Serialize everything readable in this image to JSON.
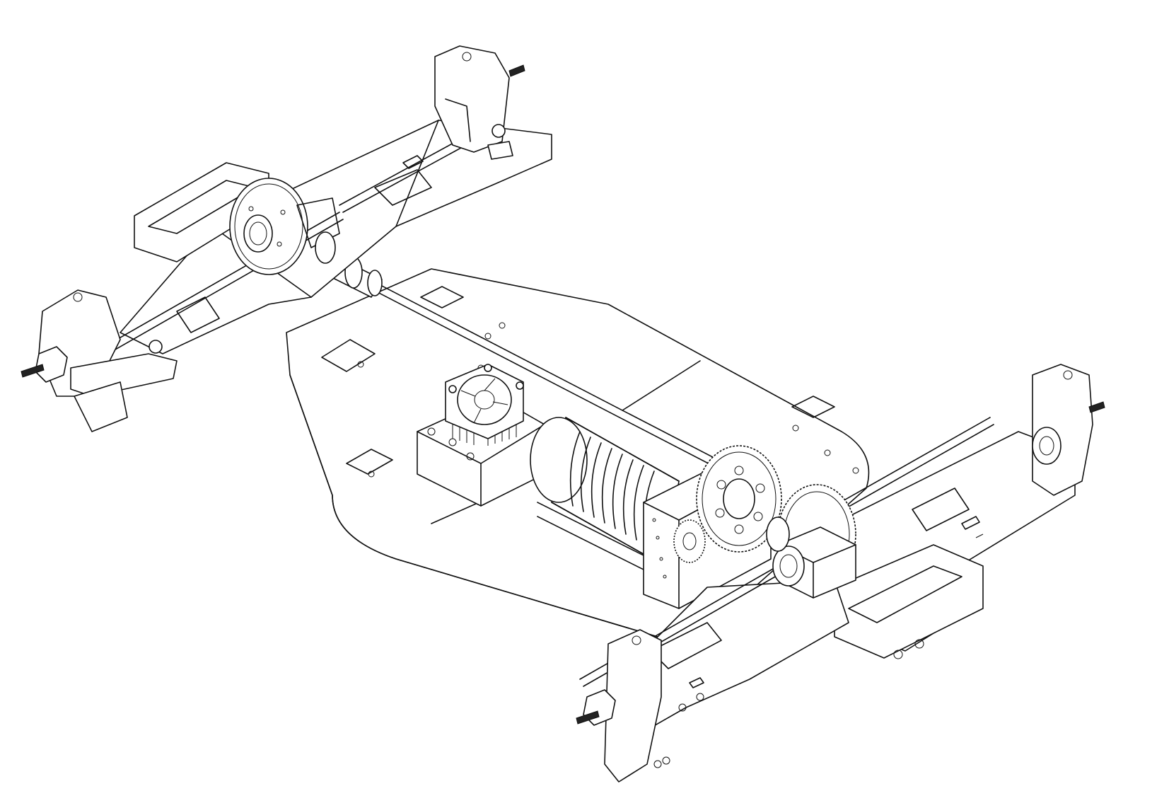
{
  "figure": {
    "background": "#ffffff",
    "line_color": "#111111",
    "components": [
      "chassis-plate",
      "front-axle-assembly",
      "rear-axle-assembly",
      "center-drive-shaft",
      "electric-motor",
      "esc-with-cooling-fan",
      "spur-gear-transmission",
      "front-differential",
      "rear-differential",
      "steering-knuckles",
      "suspension-arms"
    ]
  }
}
